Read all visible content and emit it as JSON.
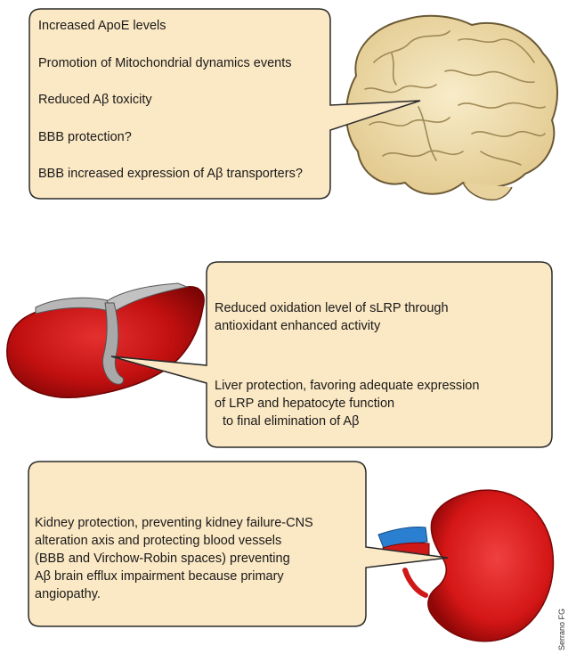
{
  "brain_panel": {
    "items": [
      "Increased ApoE levels",
      "Promotion of Mitochondrial dynamics events",
      "Reduced Aβ toxicity",
      "BBB protection?",
      "BBB increased expression of Aβ transporters?"
    ]
  },
  "liver_panel": {
    "item1_line1": "Reduced oxidation level of sLRP through",
    "item1_line2": "antioxidant enhanced activity",
    "item2_line1": "Liver protection, favoring adequate expression",
    "item2_line2": "of LRP and hepatocyte function",
    "item2_line3": "to final elimination of Aβ"
  },
  "kidney_panel": {
    "line1": "Kidney protection, preventing kidney failure-CNS",
    "line2": "alteration axis and protecting blood vessels",
    "line3": "(BBB and Virchow-Robin spaces) preventing",
    "line4": "Aβ brain efflux impairment because primary",
    "line5": "angiopathy."
  },
  "credit": "Serrano FG",
  "colors": {
    "box_fill": "#fbe8c4",
    "box_stroke": "#2a2a2a",
    "brain": "#f1dfb3",
    "liver": "#c81414",
    "kidney": "#dd1b1b",
    "vein": "#2a7fd0"
  }
}
